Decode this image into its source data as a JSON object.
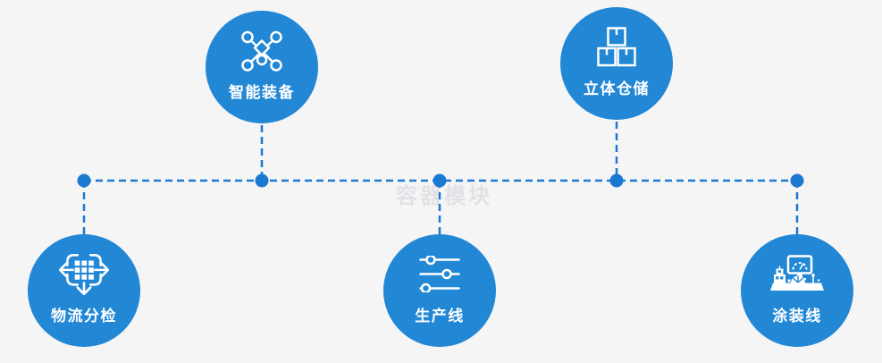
{
  "watermark": {
    "text": "容器模块",
    "color": "#e2e2e6"
  },
  "colors": {
    "background": "#f5f5f6",
    "node_fill": "#2287d5",
    "connector_line": "#1c79d0",
    "label_text": "#ffffff"
  },
  "nodes": [
    {
      "id": "smart-equipment",
      "label": "智能装备",
      "icon": "network-nodes-icon",
      "position": "top-left"
    },
    {
      "id": "stereo-warehouse",
      "label": "立体仓储",
      "icon": "stacked-boxes-icon",
      "position": "top-right"
    },
    {
      "id": "logistics-sorting",
      "label": "物流分检",
      "icon": "sorting-dispatch-icon",
      "position": "bottom-left"
    },
    {
      "id": "production-line",
      "label": "生产线",
      "icon": "sliders-icon",
      "position": "bottom-center"
    },
    {
      "id": "coating-line",
      "label": "涂装线",
      "icon": "machine-monitor-icon",
      "position": "bottom-right"
    }
  ]
}
